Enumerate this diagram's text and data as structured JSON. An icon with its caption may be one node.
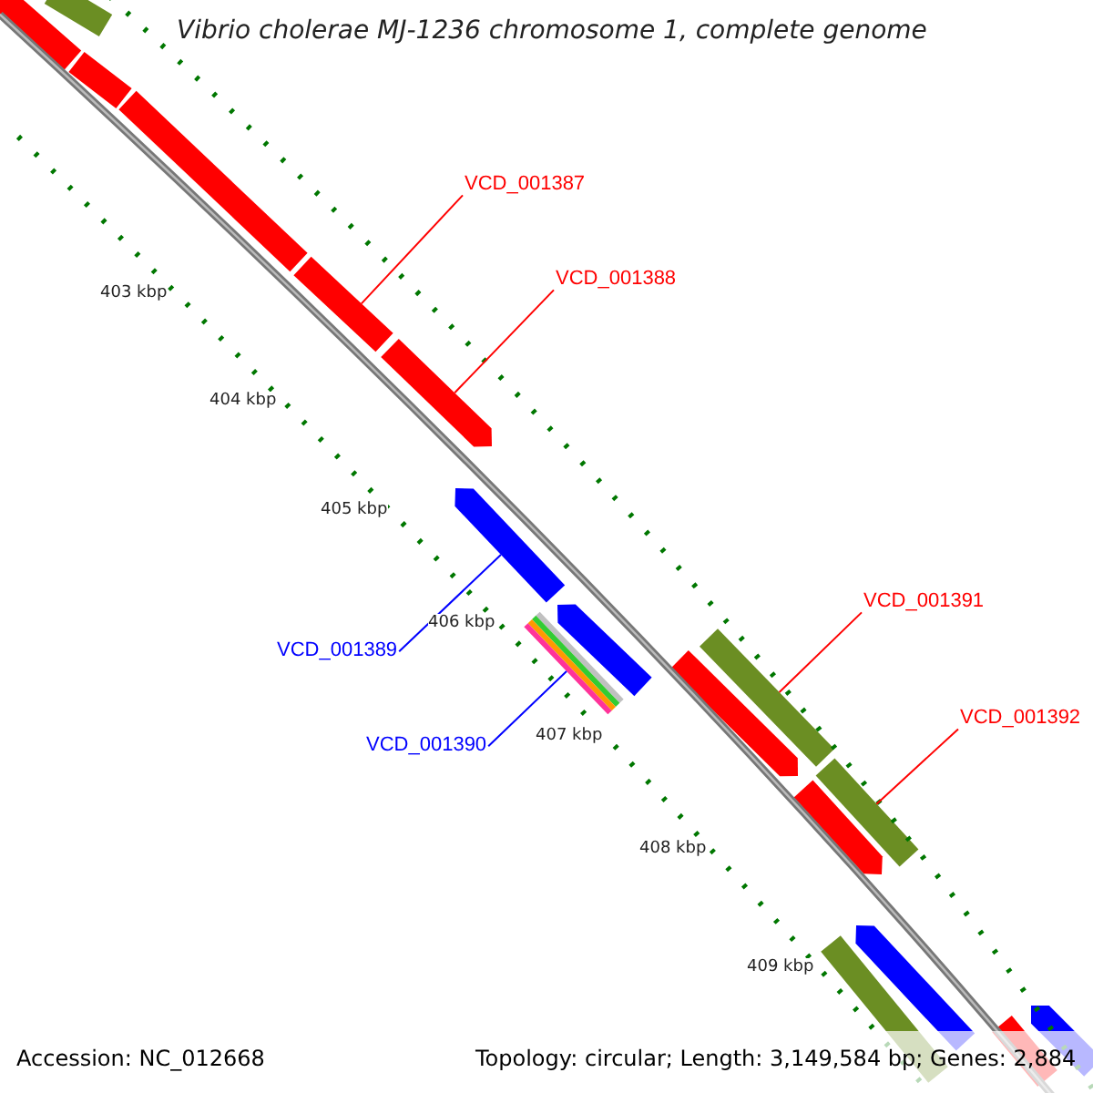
{
  "diagram": {
    "title": "Vibrio cholerae MJ-1236 chromosome 1, complete genome",
    "nodes": [
      {
        "text": [
          "VCD_001387"
        ]
      },
      {
        "text": [],
        "shape": "bar"
      },
      {
        "text": [
          "VCD_001388"
        ]
      },
      {
        "text": [],
        "shape": "bar"
      },
      {
        "text": [
          "VCD_001391"
        ]
      },
      {
        "text": [],
        "shape": "bar"
      },
      {
        "text": [
          "VCD_001389"
        ]
      },
      {
        "text": [],
        "shape": "bar"
      },
      {
        "text": [
          "VCD_001392"
        ]
      },
      {
        "text": [],
        "shape": "bar"
      },
      {
        "text": [
          "VCD_001390"
        ]
      },
      {
        "text": [],
        "shape": "bar"
      },
      {
        "text": [],
        "shape": "bar"
      },
      {
        "text": [],
        "shape": "bar"
      },
      {
        "text": [],
        "shape": "bar"
      },
      {
        "text": [],
        "shape": "bar"
      },
      {
        "text": [],
        "shape": "bar"
      },
      {
        "text": [],
        "shape": "bar"
      },
      {
        "text": [],
        "shape": "bar"
      },
      {
        "text": [],
        "shape": "bar"
      },
      {
        "text": [],
        "shape": "bar"
      },
      {
        "text": [],
        "shape": "bar"
      },
      {
        "text": [],
        "shape": "bar"
      }
    ],
    "edges": [
      {
        "from": 0,
        "to": 1,
        "arrow": "none"
      },
      {
        "from": 2,
        "to": 3,
        "arrow": "none"
      },
      {
        "from": 4,
        "to": 5,
        "arrow": "none"
      },
      {
        "from": 6,
        "to": 7,
        "arrow": "none",
        "color": "#0000ff"
      },
      {
        "from": 8,
        "to": 9,
        "arrow": "none"
      },
      {
        "from": 10,
        "to": 11,
        "arrow": "none",
        "color": "#0000ff"
      }
    ],
    "labels": [
      "403 kbp",
      "404 kbp",
      "405 kbp",
      "406 kbp",
      "407 kbp",
      "408 kbp",
      "409 kbp",
      "Accession: NC_012668",
      "Topology: circular; Length: 3,149,584 bp; Genes: 2,884"
    ]
  }
}
